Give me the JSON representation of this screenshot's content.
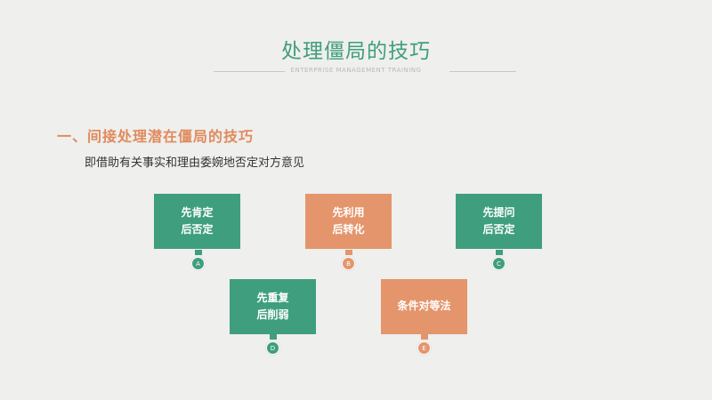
{
  "slide": {
    "title": "处理僵局的技巧",
    "subtitle": "ENTERPRISE MANAGEMENT TRAINING",
    "section_heading": "一、间接处理潜在僵局的技巧",
    "description": "即借助有关事实和理由委婉地否定对方意见"
  },
  "cards": [
    {
      "text": "先肯定\n后否定",
      "badge": "A",
      "color": "#3f9e7d"
    },
    {
      "text": "先利用\n后转化",
      "badge": "B",
      "color": "#e4956c"
    },
    {
      "text": "先提问\n后否定",
      "badge": "C",
      "color": "#3f9e7d"
    },
    {
      "text": "先重复\n后削弱",
      "badge": "D",
      "color": "#3f9e7d"
    },
    {
      "text": "条件对等法",
      "badge": "E",
      "color": "#e4956c"
    }
  ]
}
